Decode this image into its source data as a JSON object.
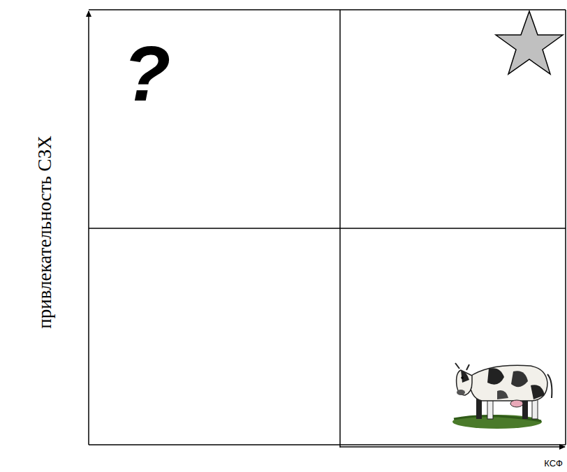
{
  "diagram": {
    "labels": [
      "привлекательность СЗХ",
      "?",
      "КСФ"
    ]
  }
}
